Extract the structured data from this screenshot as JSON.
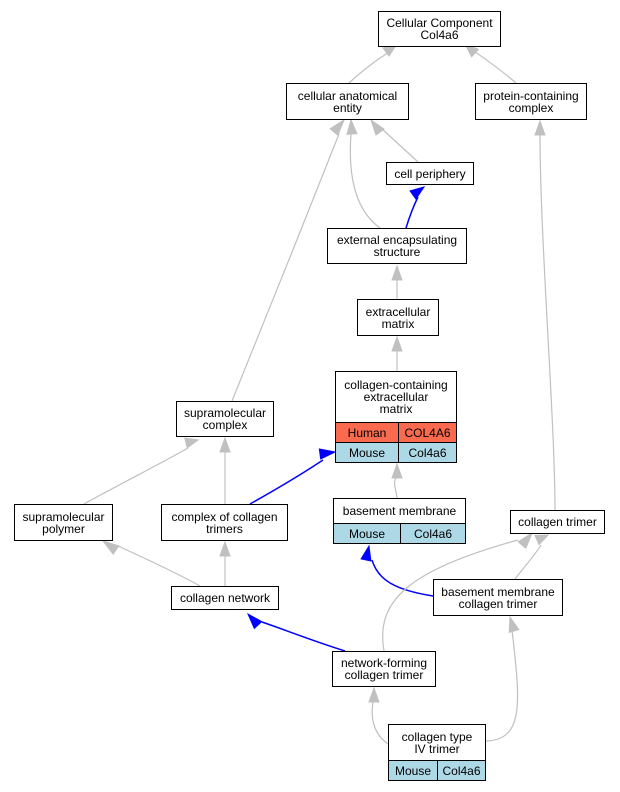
{
  "colors": {
    "gray_edge": "#c0c0c0",
    "blue_edge": "#0000ff",
    "human_cell": "#fa6a4f",
    "mouse_cell": "#add8e6"
  },
  "nodes": {
    "root": {
      "lines": [
        "Cellular Component",
        "Col4a6"
      ]
    },
    "cae": {
      "lines": [
        "cellular anatomical",
        "entity"
      ]
    },
    "pcc": {
      "lines": [
        "protein-containing",
        "complex"
      ]
    },
    "cp": {
      "lines": [
        "cell periphery"
      ]
    },
    "ees": {
      "lines": [
        "external encapsulating",
        "structure"
      ]
    },
    "ecm": {
      "lines": [
        "extracellular",
        "matrix"
      ]
    },
    "ccecm": {
      "lines": [
        "collagen-containing",
        "extracellular",
        "matrix"
      ],
      "rows": [
        {
          "species": "Human",
          "gene": "COL4A6",
          "color": "#fa6a4f"
        },
        {
          "species": "Mouse",
          "gene": "Col4a6",
          "color": "#add8e6"
        }
      ]
    },
    "smc": {
      "lines": [
        "supramolecular",
        "complex"
      ]
    },
    "smp": {
      "lines": [
        "supramolecular",
        "polymer"
      ]
    },
    "cct": {
      "lines": [
        "complex of collagen",
        "trimers"
      ]
    },
    "bm": {
      "lines": [
        "basement membrane"
      ],
      "rows": [
        {
          "species": "Mouse",
          "gene": "Col4a6",
          "color": "#add8e6"
        }
      ]
    },
    "ct": {
      "lines": [
        "collagen trimer"
      ]
    },
    "cn": {
      "lines": [
        "collagen network"
      ]
    },
    "bmct": {
      "lines": [
        "basement membrane",
        "collagen trimer"
      ]
    },
    "nfct": {
      "lines": [
        "network-forming",
        "collagen trimer"
      ]
    },
    "c4": {
      "lines": [
        "collagen type",
        "IV trimer"
      ],
      "rows": [
        {
          "species": "Mouse",
          "gene": "Col4a6",
          "color": "#add8e6"
        }
      ]
    }
  },
  "edges": [
    {
      "from": "cae",
      "to": "root",
      "kind": "is_a"
    },
    {
      "from": "pcc",
      "to": "root",
      "kind": "is_a"
    },
    {
      "from": "cp",
      "to": "cae",
      "kind": "is_a"
    },
    {
      "from": "ees",
      "to": "cae",
      "kind": "is_a"
    },
    {
      "from": "ees",
      "to": "cp",
      "kind": "part_of"
    },
    {
      "from": "ecm",
      "to": "ees",
      "kind": "is_a"
    },
    {
      "from": "ccecm",
      "to": "ecm",
      "kind": "is_a"
    },
    {
      "from": "smc",
      "to": "cae",
      "kind": "is_a"
    },
    {
      "from": "smp",
      "to": "smc",
      "kind": "is_a"
    },
    {
      "from": "cct",
      "to": "smc",
      "kind": "is_a"
    },
    {
      "from": "cct",
      "to": "ccecm",
      "kind": "part_of"
    },
    {
      "from": "bm",
      "to": "ccecm",
      "kind": "is_a"
    },
    {
      "from": "ct",
      "to": "pcc",
      "kind": "is_a"
    },
    {
      "from": "cn",
      "to": "smp",
      "kind": "is_a"
    },
    {
      "from": "cn",
      "to": "cct",
      "kind": "is_a"
    },
    {
      "from": "bmct",
      "to": "ct",
      "kind": "is_a"
    },
    {
      "from": "bmct",
      "to": "bm",
      "kind": "part_of"
    },
    {
      "from": "nfct",
      "to": "cn",
      "kind": "part_of"
    },
    {
      "from": "nfct",
      "to": "ct",
      "kind": "is_a"
    },
    {
      "from": "c4",
      "to": "nfct",
      "kind": "is_a"
    },
    {
      "from": "c4",
      "to": "bmct",
      "kind": "is_a"
    }
  ]
}
